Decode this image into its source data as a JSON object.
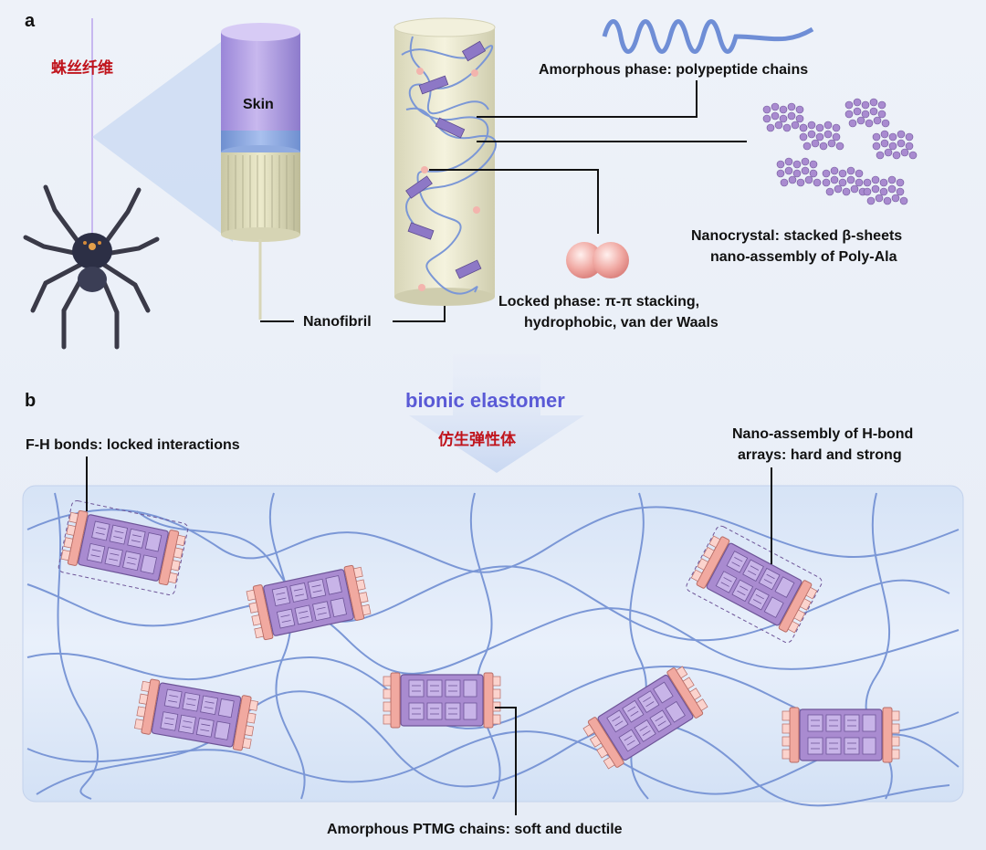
{
  "panel_a": {
    "letter": "a",
    "chinese_label": "蛛丝纤维",
    "skin_label": "Skin",
    "nanofibril_label": "Nanofibril",
    "amorphous_phase_label": "Amorphous phase: polypeptide chains",
    "nanocrystal_label_line1": "Nanocrystal: stacked β-sheets",
    "nanocrystal_label_line2": "nano-assembly of Poly-Ala",
    "locked_phase_line1": "Locked phase: π-π stacking,",
    "locked_phase_line2": "hydrophobic, van der Waals"
  },
  "transition": {
    "english_label": "bionic elastomer",
    "chinese_label": "仿生弹性体"
  },
  "panel_b": {
    "letter": "b",
    "fh_bonds_label": "F-H bonds: locked interactions",
    "hbond_line1": "Nano-assembly of H-bond",
    "hbond_line2": "arrays: hard and strong",
    "ptmg_label": "Amorphous PTMG chains: soft and ductile"
  },
  "colors": {
    "chain_blue": "#7b97d6",
    "block_purple": "#a98bd0",
    "end_pink": "#f1a9a0",
    "arrow_blue": "#5a5ad6",
    "chinese_red": "#c0141c"
  }
}
